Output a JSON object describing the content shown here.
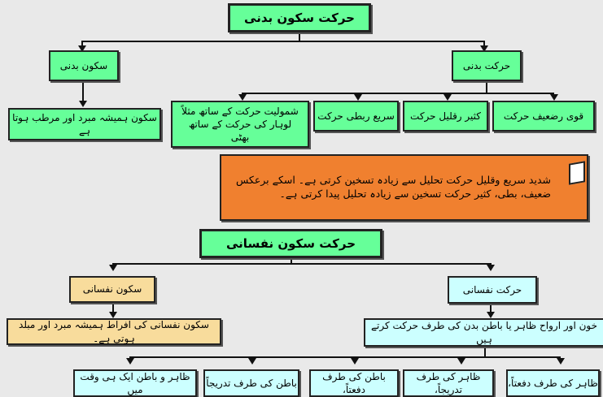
{
  "section1": {
    "title": "حرکت سکون بدنی",
    "rest": "سکون بدنی",
    "motion": "حرکت بدنی",
    "rest_desc": "سکون ہمیشہ مبرد اور مرطب ہوتا ہے",
    "types": [
      "قوی رضعیف حرکت",
      "کثیر رقلیل حرکت",
      "سریع ربطی حرکت",
      "شمولیت حرکت کے ساتھ مثلاً لوہار کی حرکت کے ساتھ بھٹی"
    ],
    "note": "شدید سریع وقلیل حرکت تحلیل سے زیادہ تسخین کرتی ہے۔ اسکے برعکس ضعیف، بطی، کثیر حرکت تسخین سے زیادہ تحلیل پیدا کرتی ہے۔"
  },
  "section2": {
    "title": "حرکت سکون نفسانی",
    "rest": "سکون نفسانی",
    "motion": "حرکت نفسانی",
    "rest_desc": "سکون نفسانی کی افراط ہمیشہ مبرد اور مبلد ہوتی ہے۔",
    "motion_desc": "خون اور ارواح ظاہر یا باطن بدن کی طرف حرکت کرتے ہیں",
    "types": [
      "ظاہر کی طرف دفعتاً،",
      "ظاہر کی طرف تدریجاً،",
      "باطن کی طرف دفعتاً،",
      "باطن کی طرف تدریجاً",
      "ظاہر و باطن ایک ہی وقت میں"
    ]
  },
  "colors": {
    "green": "#66ff99",
    "orange": "#f0802f",
    "tan": "#f8dc9c",
    "cyan": "#ccffff"
  }
}
